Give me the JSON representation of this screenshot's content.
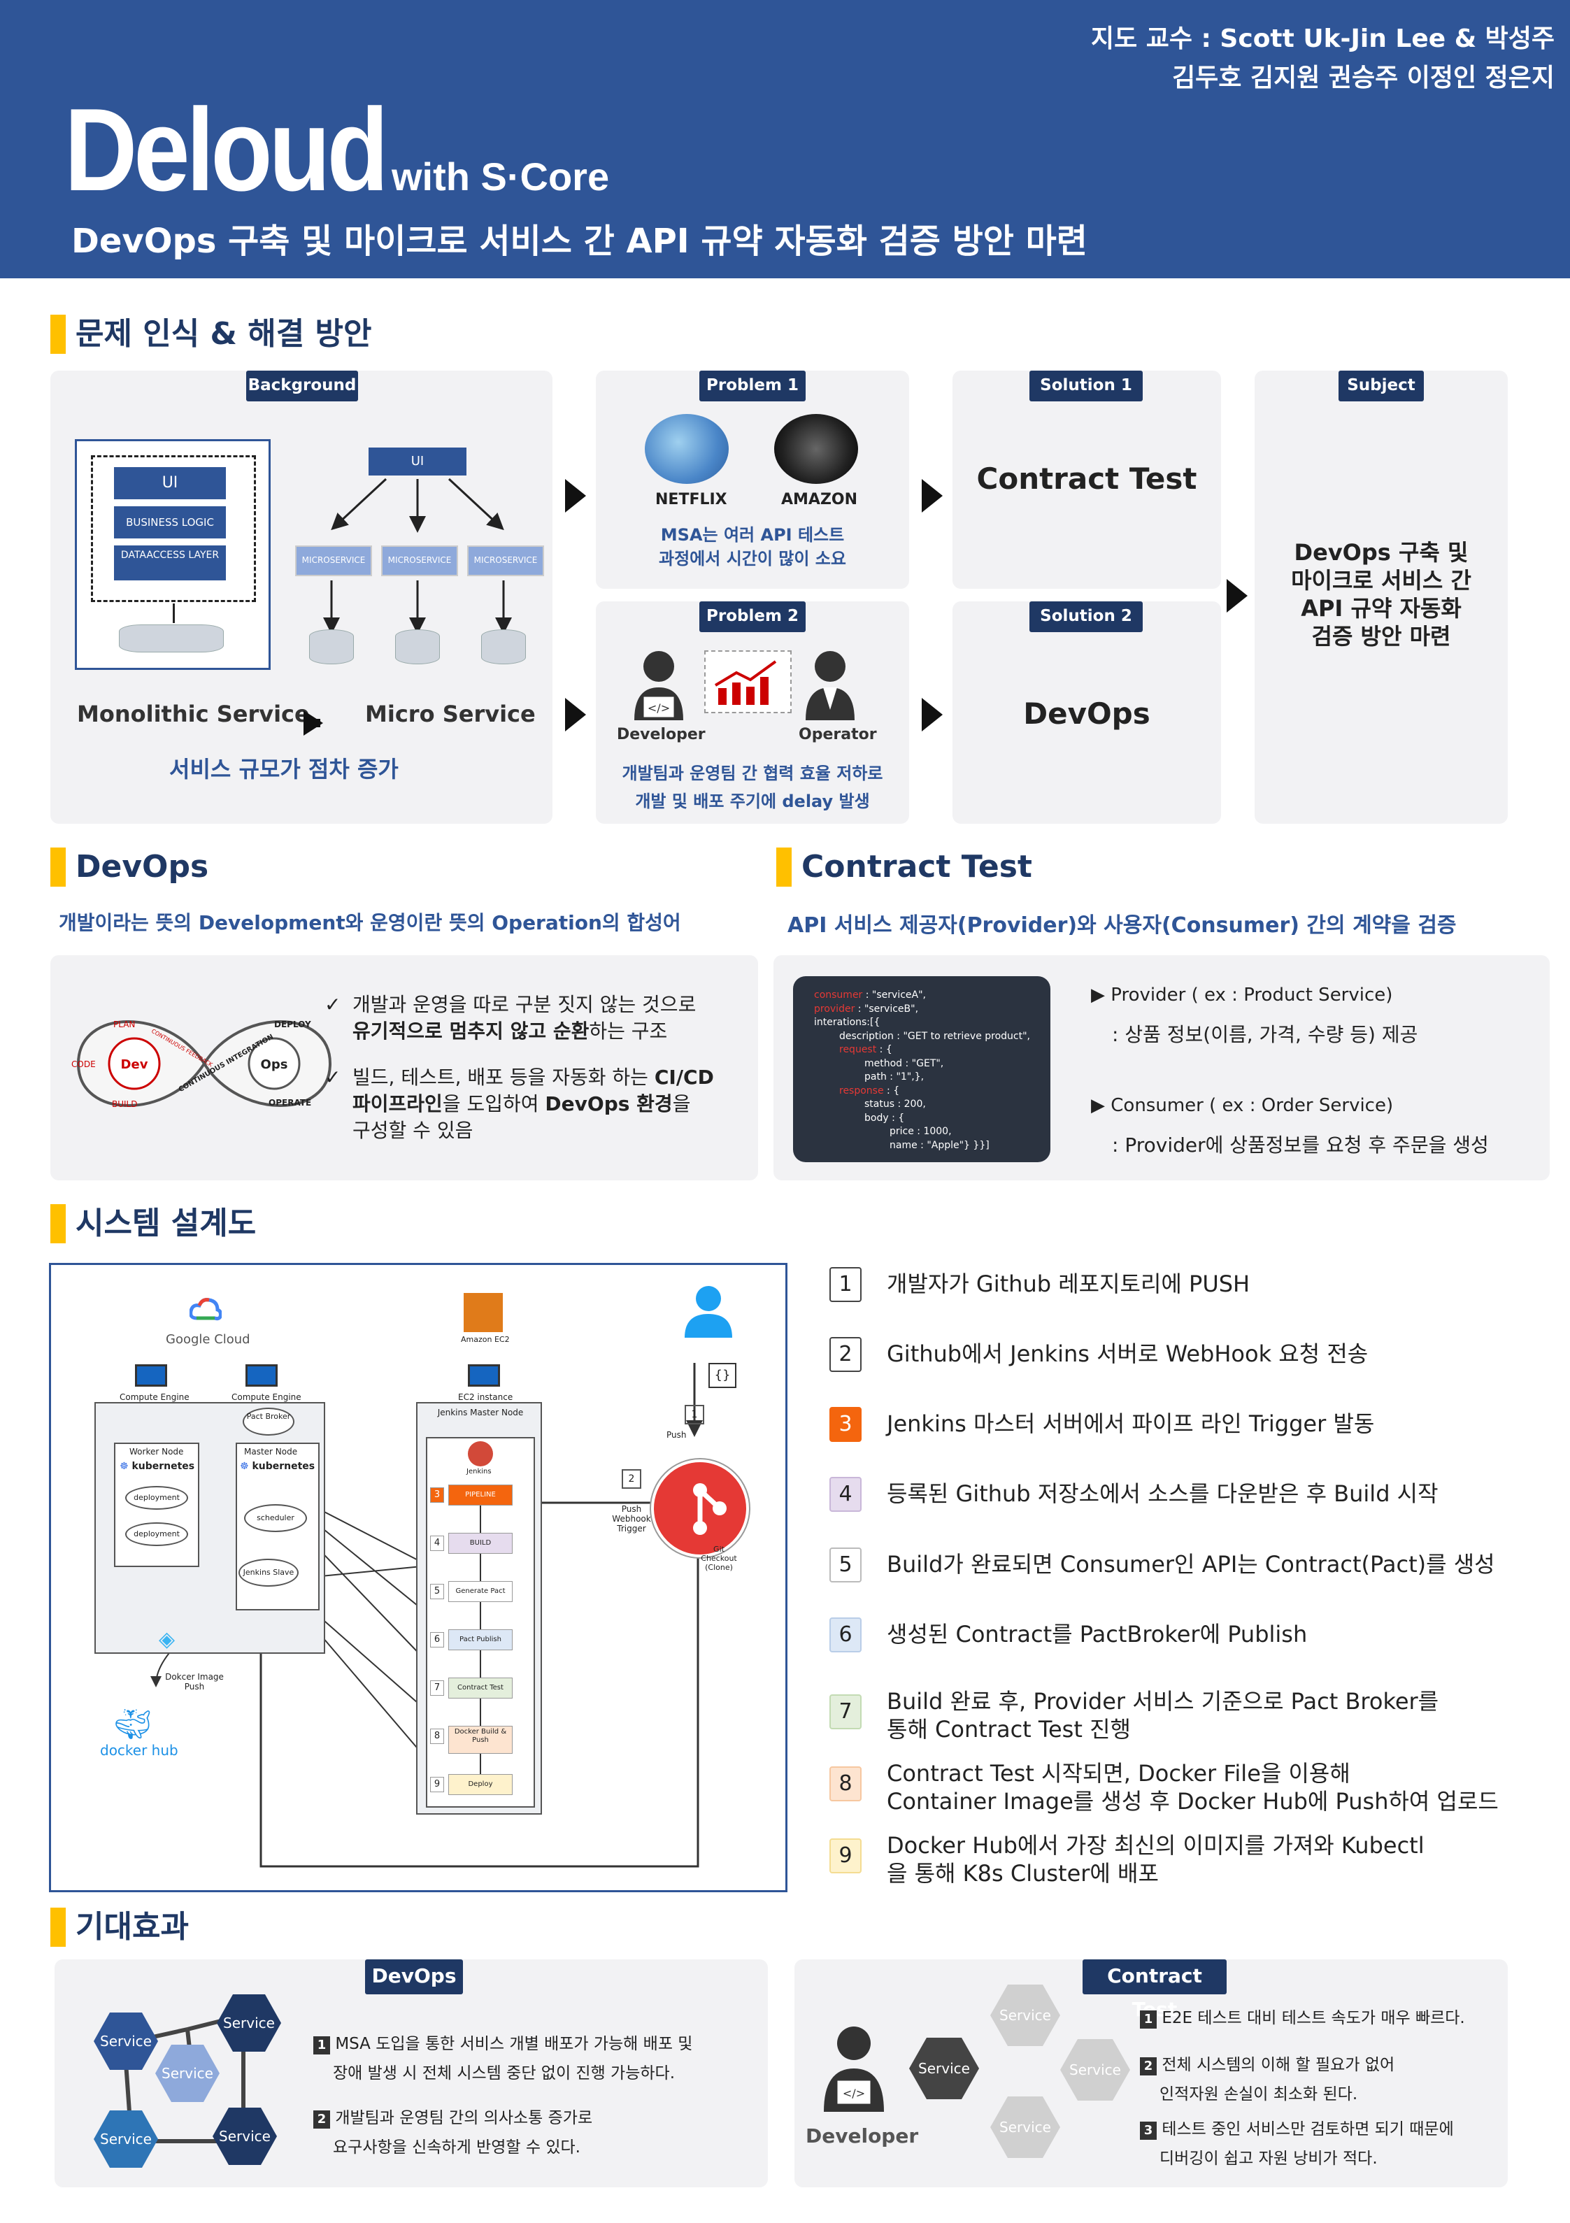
{
  "header": {
    "advisor": "지도 교수 : Scott Uk-Jin Lee & 박성주",
    "members": "김두호 김지원 권승주 이정인 정은지",
    "logo": "Deloud",
    "with": "with S·Core",
    "subtitle": "DevOps 구축 및 마이크로 서비스 간 API 규약 자동화 검증 방안 마련"
  },
  "s1": {
    "title": "문제 인식 & 해결 방안",
    "background": {
      "badge": "Background",
      "ui": "UI",
      "business": "BUSINESS LOGIC",
      "data": "DATAACCESS LAYER",
      "ui2": "UI",
      "ms": "MICROSERVICE",
      "mono": "Monolithic Service",
      "micro": "Micro Service",
      "caption": "서비스 규모가 점차 증가"
    },
    "p1": {
      "badge": "Problem 1",
      "netflix": "NETFLIX",
      "amazon": "AMAZON",
      "c1": "MSA는 여러 API 테스트",
      "c2": "과정에서 시간이 많이 소요"
    },
    "p2": {
      "badge": "Problem 2",
      "dev": "Developer",
      "op": "Operator",
      "c1": "개발팀과 운영팀 간 협력 효율 저하로",
      "c2": "개발 및 배포 주기에 delay 발생"
    },
    "sol1": {
      "badge": "Solution 1",
      "text": "Contract Test"
    },
    "sol2": {
      "badge": "Solution 2",
      "text": "DevOps"
    },
    "subject": {
      "badge": "Subject",
      "l1": "DevOps 구축 및",
      "l2": "마이크로 서비스 간",
      "l3": "API 규약 자동화",
      "l4": "검증 방안 마련"
    }
  },
  "devops": {
    "title": "DevOps",
    "desc": "개발이라는 뜻의 Development와 운영이란 뜻의 Operation의 합성어",
    "b1a": "개발과 운영을 따로 구분 짓지 않는 것으로",
    "b1b": "유기적으로 멈추지 않고 순환",
    "b1c": "하는 구조",
    "b2a": "빌드, 테스트, 배포 등을 자동화 하는 ",
    "b2b": "CI/CD",
    "b2c": "파이프라인",
    "b2d": "을 도입하여 ",
    "b2e": "DevOps 환경",
    "b2f": "을",
    "b2g": "구성할 수 있음",
    "loop": {
      "plan": "PLAN",
      "code": "CODE",
      "build": "BUILD",
      "dev": "Dev",
      "ops": "Ops",
      "deploy": "DEPLOY",
      "operate": "OPERATE",
      "ci": "CONTINUOUS INTEGRATION",
      "cd": "CONTINUOUS FEEDBACK"
    }
  },
  "contract": {
    "title": "Contract Test",
    "desc": "API 서비스 제공자(Provider)와 사용자(Consumer) 간의 계약을 검증",
    "code": [
      "consumer : \"serviceA\",",
      "provider : \"serviceB\",",
      "interations:[{",
      "description : \"GET to retrieve product\",",
      "request : {",
      "method : \"GET\",",
      "path : \"1\",},",
      "response : {",
      "status : 200,",
      "body : {",
      "price : 1000,",
      "name : \"Apple\"} }}]"
    ],
    "prov": "Provider ( ex : Product Service)",
    "prov_d": ": 상품 정보(이름, 가격, 수량 등) 제공",
    "cons": "Consumer ( ex : Order Service)",
    "cons_d": ": Provider에 상품정보를 요청 후 주문을 생성"
  },
  "sys": {
    "title": "시스템 설계도",
    "gcloud": "Google Cloud",
    "ec2": "Amazon EC2",
    "ce": "Compute Engine",
    "ec2i": "EC2 instance",
    "worker": "Worker Node",
    "master": "Master Node",
    "k8s": "kubernetes",
    "deploy": "deployment",
    "sched": "scheduler",
    "pact": "Pact Broker",
    "jslave": "Jenkins Slave",
    "jmaster": "Jenkins Master Node",
    "jenkins": "Jenkins",
    "pipe": [
      "PIPELINE",
      "BUILD",
      "Generate Pact",
      "Pact Publish",
      "Contract Test",
      "Docker Build & Push",
      "Deploy"
    ],
    "push": "Push",
    "webhook": "Push Webhook Trigger",
    "git": "Git Checkout (Clone)",
    "dockerpush": "Dokcer Image Push",
    "dockerhub": "docker hub",
    "steps": [
      {
        "n": "1",
        "t": "개발자가 Github 레포지토리에 PUSH",
        "c": "#ffffff",
        "b": "#444"
      },
      {
        "n": "2",
        "t": "Github에서 Jenkins 서버로  WebHook 요청 전송",
        "c": "#ffffff",
        "b": "#444"
      },
      {
        "n": "3",
        "t": "Jenkins 마스터 서버에서 파이프 라인 Trigger 발동",
        "c": "#f4650e",
        "b": "#f4650e"
      },
      {
        "n": "4",
        "t": "등록된 Github 저장소에서 소스를 다운받은 후 Build 시작",
        "c": "#e6dcee",
        "b": "#c9b7d9"
      },
      {
        "n": "5",
        "t": "Build가 완료되면 Consumer인 API는 Contract(Pact)를 생성",
        "c": "#ffffff",
        "b": "#bbb"
      },
      {
        "n": "6",
        "t": "생성된 Contract를 PactBroker에 Publish",
        "c": "#dde8f6",
        "b": "#b9cde8"
      },
      {
        "n": "7",
        "t": "Build 완료 후, Provider 서비스 기준으로 Pact Broker를|통해 Contract Test 진행",
        "c": "#e4efdc",
        "b": "#c3dbb3"
      },
      {
        "n": "8",
        "t": "Contract Test 시작되면, Docker File을 이용해|Container Image를 생성 후 Docker Hub에 Push하여 업로드",
        "c": "#fde4d0",
        "b": "#f6c7a0"
      },
      {
        "n": "9",
        "t": "Docker Hub에서 가장 최신의 이미지를 가져와 Kubectl|을 통해 K8s Cluster에 배포",
        "c": "#fef2cc",
        "b": "#f4dc92"
      }
    ]
  },
  "effect": {
    "title": "기대효과",
    "d": {
      "badge": "DevOps",
      "svc": "Service",
      "i1a": "MSA 도입을 통한 서비스 개별 배포가 가능해 배포 및",
      "i1b": "장애 발생 시 전체 시스템 중단 없이 진행 가능하다.",
      "i2a": "개발팀과 운영팀 간의 의사소통 증가로",
      "i2b": "요구사항을 신속하게 반영할 수 있다."
    },
    "c": {
      "badge": "Contract Test",
      "svc": "Service",
      "dev": "Developer",
      "i1": "E2E 테스트 대비 테스트 속도가 매우 빠르다.",
      "i2a": "전체 시스템의 이해 할 필요가 없어",
      "i2b": "인적자원 손실이 최소화 된다.",
      "i3a": "테스트 중인 서비스만 검토하면 되기 때문에",
      "i3b": "디버깅이 쉽고 자원 낭비가 적다."
    }
  }
}
